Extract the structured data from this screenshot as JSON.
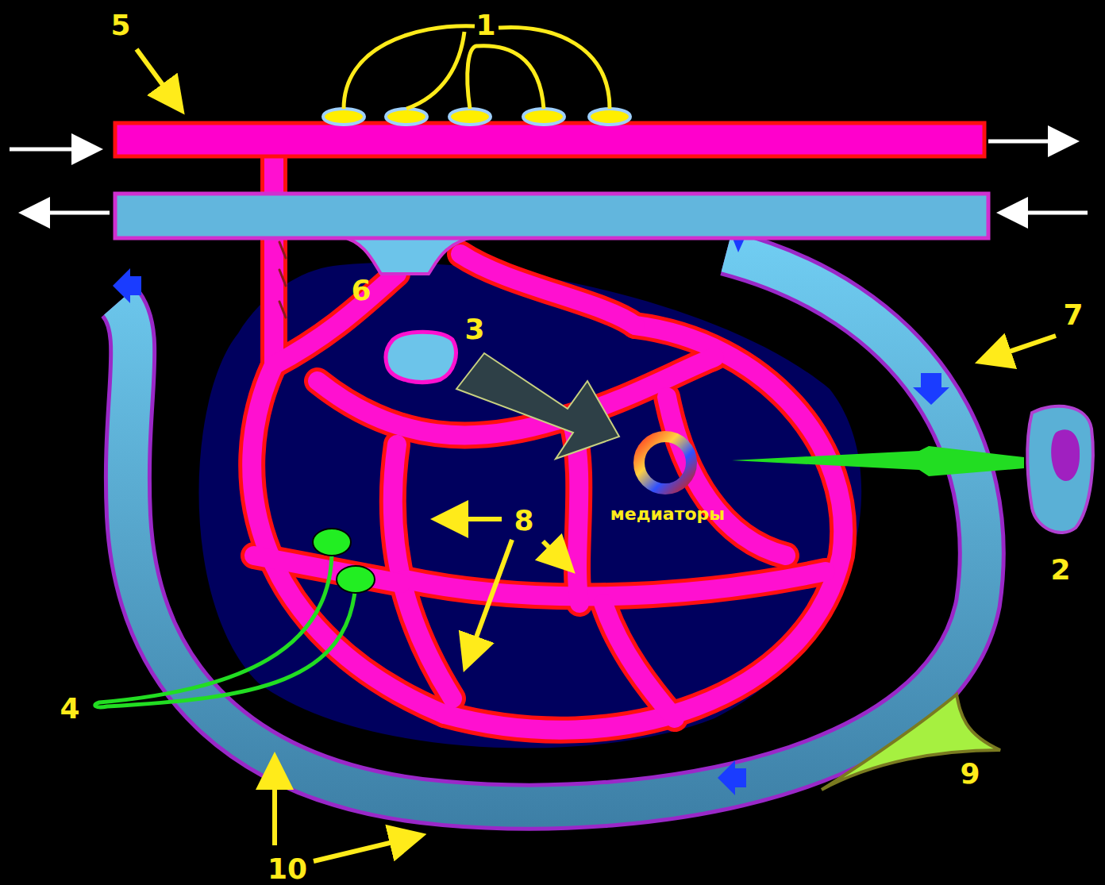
{
  "diagram": {
    "labels": [
      "5",
      "1",
      "6",
      "3",
      "7",
      "8",
      "медиаторы",
      "2",
      "4",
      "9",
      "10"
    ]
  }
}
